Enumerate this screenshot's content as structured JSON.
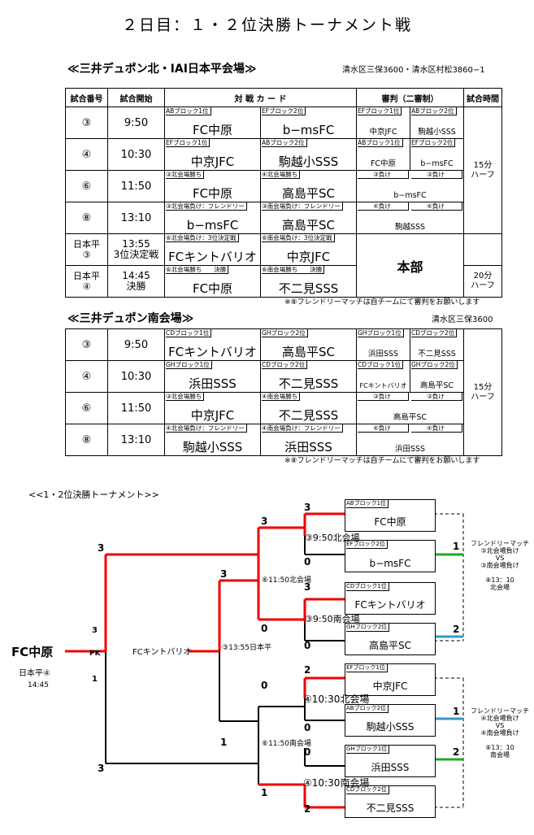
{
  "title": "２日目：１・２位決勝トーナメント戦",
  "venue1": {
    "name": "≪三井デュポン北・IAI日本平会場≫",
    "address": "清水区三保3600・清水区村松3860−1",
    "headers": [
      "試合番号",
      "試合開始",
      "対 戦 カ ー ド",
      "審判（二審制）",
      "試合時間"
    ],
    "rows": [
      {
        "no": "③",
        "time": "9:50",
        "h_label": "ABブロック1位",
        "home": "FC中原",
        "a_label": "EFブロック2位",
        "away": "b−msFC",
        "r1_label": "EFブロック1位",
        "r1": "中京JFC",
        "r2_label": "ABブロック2位",
        "r2": "駒越小SSS"
      },
      {
        "no": "④",
        "time": "10:30",
        "h_label": "EFブロック1位",
        "home": "中京JFC",
        "a_label": "ABブロック2位",
        "away": "駒越小SSS",
        "r1_label": "ABブロック1位",
        "r1": "FC中原",
        "r2_label": "EFブロック2位",
        "r2": "b−msFC"
      },
      {
        "no": "⑥",
        "time": "11:50",
        "h_label": "③北会場勝ち",
        "home": "FC中原",
        "a_label": "④北会場勝ち",
        "away": "高島平SC",
        "r1_label": "③負け",
        "r2_label": "③負け",
        "r_merged": "b−msFC"
      },
      {
        "no": "⑧",
        "time": "13:10",
        "h_label": "③北会場負け：フレンドリー",
        "home": "b−msFC",
        "a_label": "③南会場負け：フレンドリー",
        "away": "高島平SC",
        "r1_label": "④負け",
        "r2_label": "④負け",
        "r_merged": "駒越SSS"
      },
      {
        "no": "日本平\n③",
        "time": "13:55\n3位決定戦",
        "h_label": "⑥北会場負け：3位決定戦",
        "home": "FCキントバリオ",
        "a_label": "⑥南会場負け：3位決定戦",
        "away": "中京JFC"
      },
      {
        "no": "日本平\n④",
        "time": "14:45\n決勝",
        "h_label": "⑥北会場勝ち　　決勝",
        "home": "FC中原",
        "a_label": "⑥南会場勝ち　　決勝",
        "away": "不二見SSS"
      }
    ],
    "ref_hq": "本部",
    "dur1": "15分\nハーフ",
    "dur2": "20分\nハーフ",
    "note": "※⑧フレンドリーマッチは自チームにて審判をお願いします"
  },
  "venue2": {
    "name": "≪三井デュポン南会場≫",
    "address": "清水区三保3600",
    "rows": [
      {
        "no": "③",
        "time": "9:50",
        "h_label": "CDブロック1位",
        "home": "FCキントバリオ",
        "a_label": "GHブロック2位",
        "away": "高島平SC",
        "r1_label": "GHブロック1位",
        "r1": "浜田SSS",
        "r2_label": "CDブロック2位",
        "r2": "不二見SSS"
      },
      {
        "no": "④",
        "time": "10:30",
        "h_label": "GHブロック1位",
        "home": "浜田SSS",
        "a_label": "CDブロック2位",
        "away": "不二見SSS",
        "r1_label": "CDブロック1位",
        "r1": "FCキントバリオ",
        "r2_label": "GHブロック2位",
        "r2": "高島平SC"
      },
      {
        "no": "⑥",
        "time": "11:50",
        "h_label": "③北会場勝ち",
        "home": "中京JFC",
        "a_label": "④南会場勝ち",
        "away": "不二見SSS",
        "r1_label": "③負け",
        "r2_label": "③負け",
        "r_merged": "高島平SC"
      },
      {
        "no": "⑧",
        "time": "13:10",
        "h_label": "④北会場負け：フレンドリー",
        "home": "駒越小SSS",
        "a_label": "④南会場負け：フレンドリー",
        "away": "浜田SSS",
        "r1_label": "④負け",
        "r2_label": "④負け",
        "r_merged": "浜田SSS"
      }
    ],
    "dur": "15分\nハーフ",
    "note": "※⑧フレンドリーマッチは自チームにて審判をお願いします"
  },
  "bracket": {
    "title": "<<1・2位決勝トーナメント>>",
    "champion": "FC中原",
    "champion_sub": "日本平④",
    "champion_time": "14:45",
    "final_score_top": "3",
    "final_score_bottom": "3",
    "pk_top": "3",
    "pk_label": "PK",
    "pk_bottom": "1",
    "runner_up": "FCキントバリオ",
    "third_match": "③13:55日本平",
    "north_semi": "⑥11:50北会場",
    "south_semi": "⑥11:50南会場",
    "m1": "③9:50北会場",
    "m2": "③9:50南会場",
    "m3": "④10:30北会場",
    "m4": "④10:30南会場",
    "teams": [
      {
        "label": "ABブロック1位",
        "name": "FC中原"
      },
      {
        "label": "EFブロック2位",
        "name": "b−msFC"
      },
      {
        "label": "CDブロック1位",
        "name": "FCキントバリオ"
      },
      {
        "label": "GHブロック2位",
        "name": "高島平SC"
      },
      {
        "label": "EFブロック1位",
        "name": "中京JFC"
      },
      {
        "label": "ABブロック2位",
        "name": "駒越小SSS"
      },
      {
        "label": "GHブロック1位",
        "name": "浜田SSS"
      },
      {
        "label": "CDブロック2位",
        "name": "不二見SSS"
      }
    ],
    "scores": {
      "r1_a_top": "3",
      "r1_a_bot": "0",
      "r1_b_top": "3",
      "r1_b_bot": "0",
      "r1_c_top": "2",
      "r1_c_bot": "0",
      "r1_d_top": "0",
      "r1_d_bot": "2",
      "sf_n_top": "3",
      "sf_n_bot": "0",
      "sf_s_top": "0",
      "sf_s_bot": "1",
      "f_top": "3",
      "f_bot": "1",
      "fr1_top": "1",
      "fr1_bot": "2",
      "fr2_top": "1",
      "fr2_bot": "2"
    },
    "friendly1": "フレンドリーマッチ\n③北会場負け\nVS\n③南会場負け\n\n⑧13：10\n北会場",
    "friendly2": "フレンドリーマッチ\n④北会場負け\nVS\n④南会場負け\n\n⑧13：10\n南会場"
  }
}
